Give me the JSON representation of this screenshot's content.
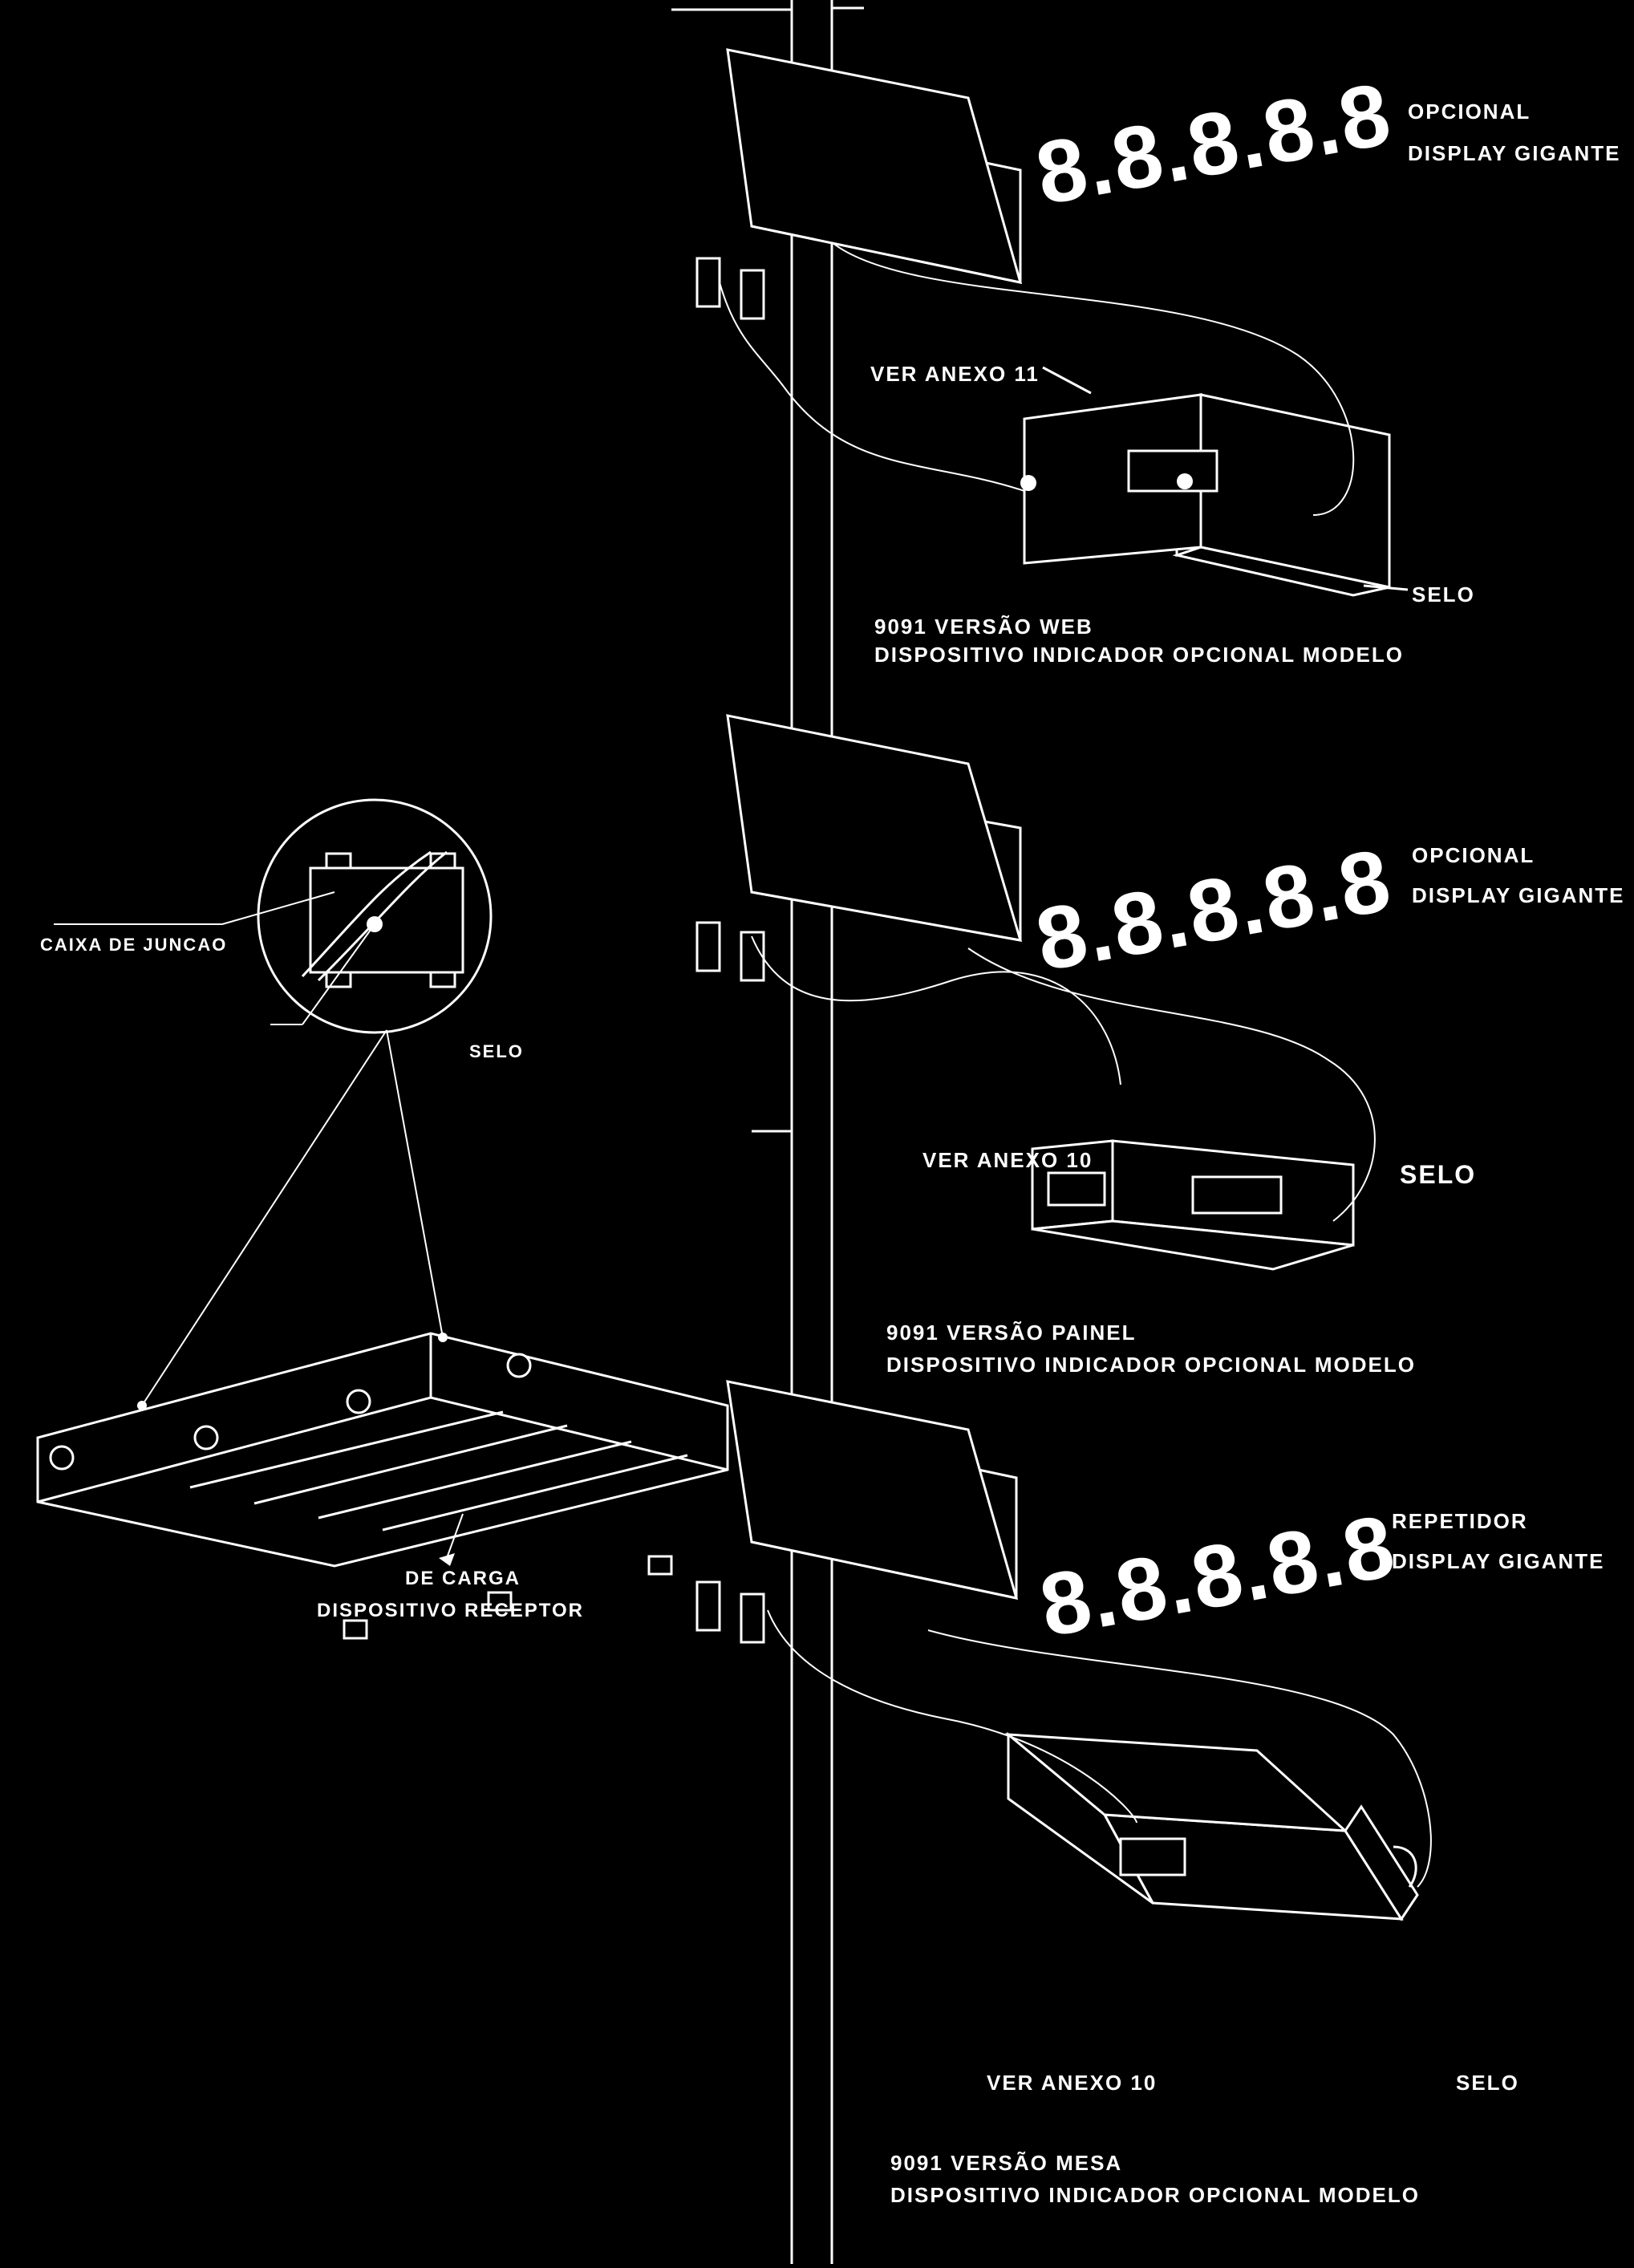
{
  "labels": {
    "caixa_de_juncao": "CAIXA DE JUNCAO",
    "selo_left": "SELO",
    "dispositivo_receptor_line1": "DISPOSITIVO RECEPTOR",
    "dispositivo_receptor_line2": "DE CARGA",
    "display1_line1": "DISPLAY GIGANTE",
    "display1_line2": "OPCIONAL",
    "ver_anexo_11": "VER ANEXO 11",
    "selo_web": "SELO",
    "web_line1": "DISPOSITIVO INDICADOR OPCIONAL MODELO",
    "web_line2": "9091 VERSÃO WEB",
    "display2_line1": "DISPLAY GIGANTE",
    "display2_line2": "OPCIONAL",
    "ver_anexo_10_panel": "VER ANEXO 10",
    "selo_panel": "SELO",
    "panel_line1": "DISPOSITIVO INDICADOR OPCIONAL MODELO",
    "panel_line2": "9091 VERSÃO PAINEL",
    "display3_line1": "DISPLAY GIGANTE",
    "display3_line2": "REPETIDOR",
    "ver_anexo_10_mesa": "VER ANEXO 10",
    "selo_mesa": "SELO",
    "mesa_line1": "DISPOSITIVO INDICADOR OPCIONAL MODELO",
    "mesa_line2": "9091 VERSÃO MESA"
  },
  "display_digits": "8.8.8.8.8"
}
